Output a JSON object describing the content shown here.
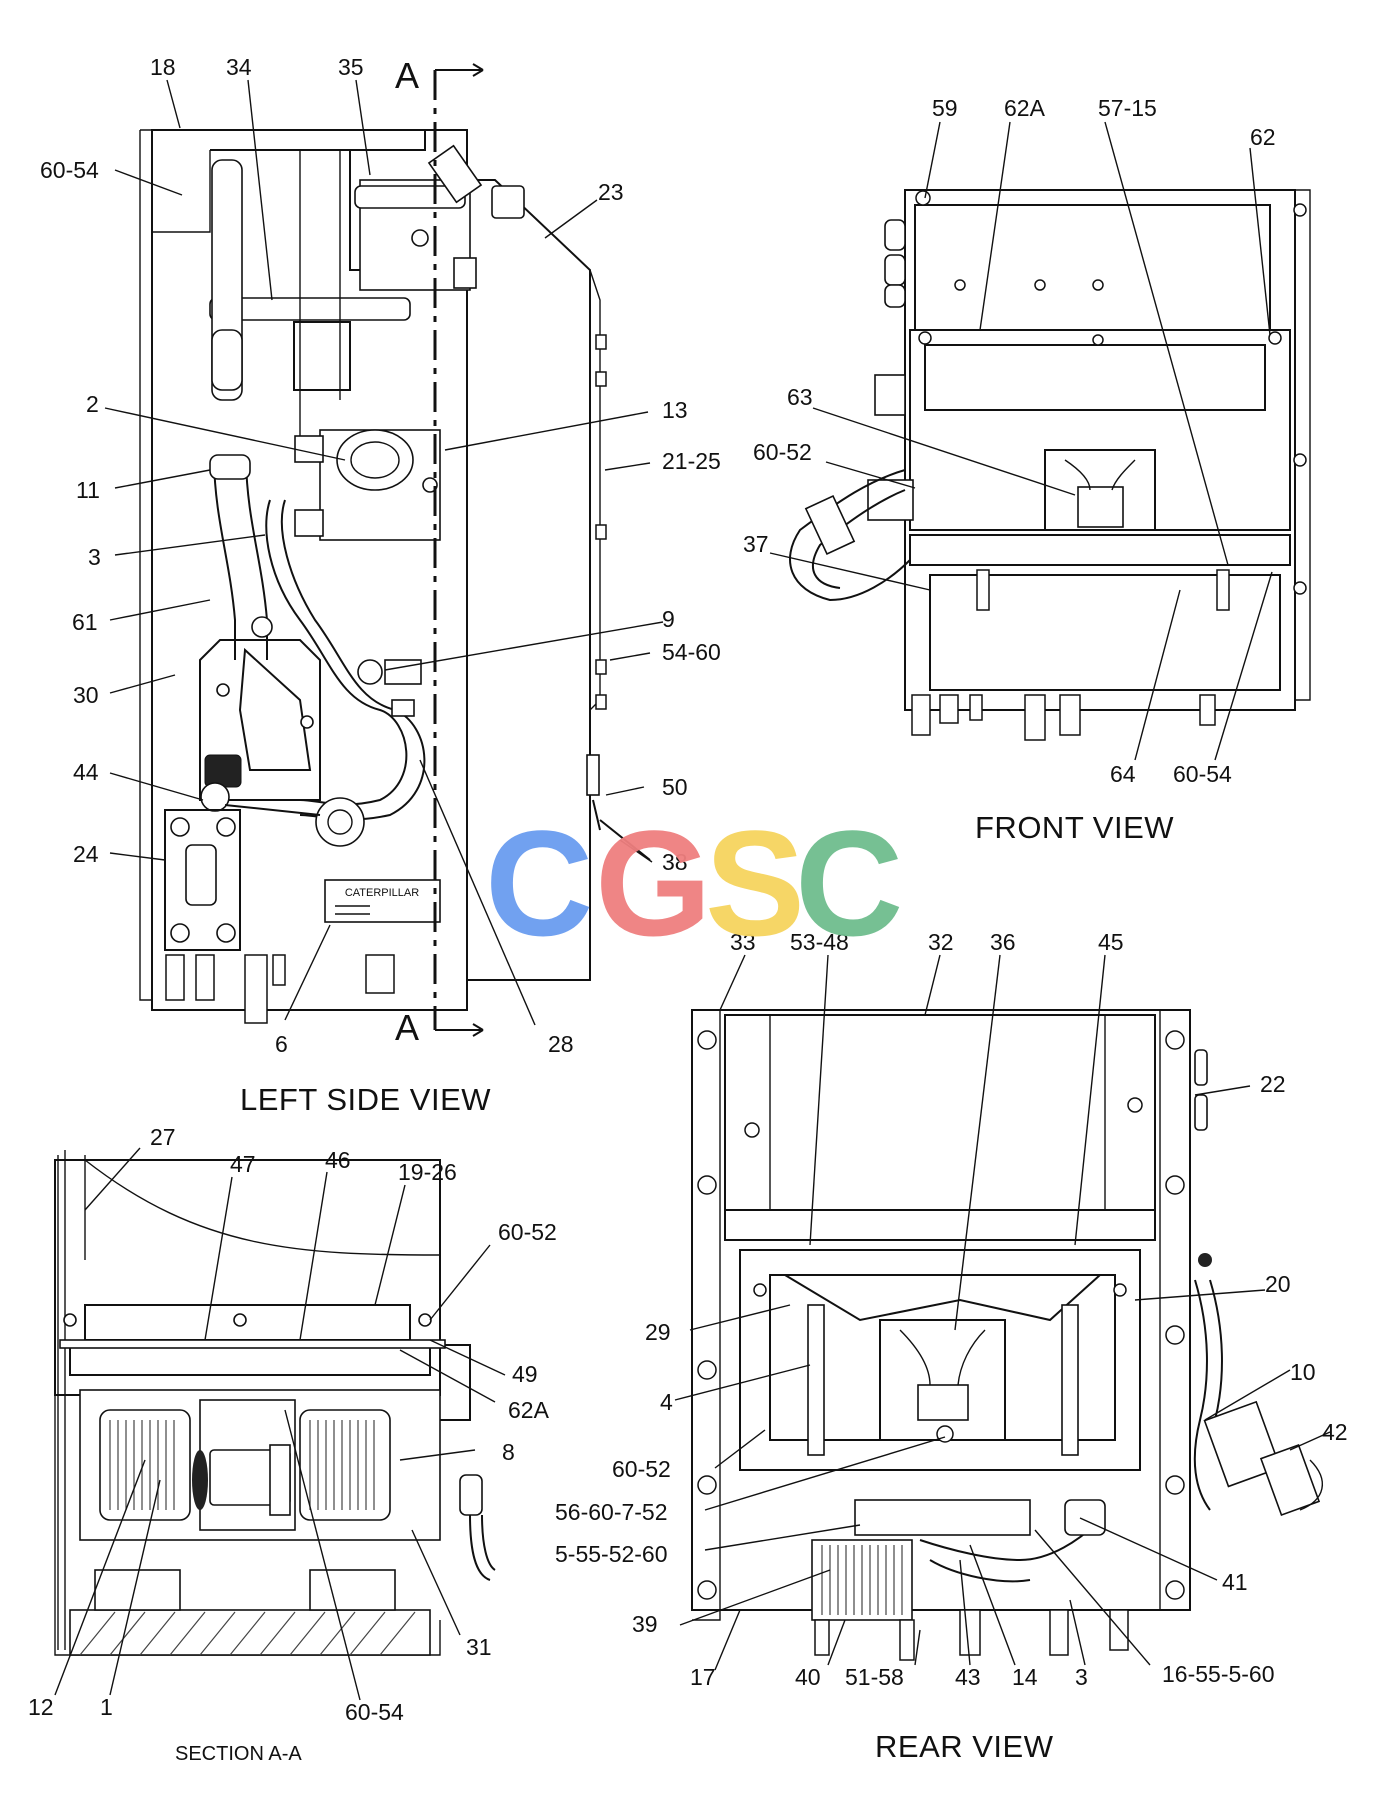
{
  "views": {
    "left_side": {
      "title": "LEFT SIDE VIEW",
      "section_marks": [
        "A",
        "A"
      ]
    },
    "front": {
      "title": "FRONT VIEW"
    },
    "section_aa": {
      "title": "SECTION A-A"
    },
    "rear": {
      "title": "REAR VIEW"
    }
  },
  "nameplate": {
    "brand": "CATERPILLAR"
  },
  "watermark": {
    "letters": [
      "C",
      "G",
      "S",
      "C"
    ],
    "colors": [
      "#6a9cf0",
      "#ef7f7f",
      "#f6d45e",
      "#6fbd8e"
    ]
  },
  "callouts": {
    "left_side": [
      "18",
      "34",
      "35",
      "60-54",
      "23",
      "2",
      "13",
      "11",
      "21-25",
      "3",
      "61",
      "9",
      "54-60",
      "30",
      "44",
      "50",
      "24",
      "38",
      "6",
      "28"
    ],
    "front": [
      "59",
      "62A",
      "57-15",
      "62",
      "63",
      "60-52",
      "37",
      "64",
      "60-54"
    ],
    "section_aa": [
      "27",
      "47",
      "46",
      "19-26",
      "60-52",
      "49",
      "62A",
      "8",
      "31",
      "12",
      "1",
      "60-54"
    ],
    "rear": [
      "33",
      "53-48",
      "32",
      "36",
      "45",
      "22",
      "20",
      "29",
      "10",
      "4",
      "42",
      "60-52",
      "56-60-7-52",
      "5-55-52-60",
      "41",
      "39",
      "17",
      "40",
      "51-58",
      "43",
      "14",
      "3",
      "16-55-5-60"
    ]
  }
}
